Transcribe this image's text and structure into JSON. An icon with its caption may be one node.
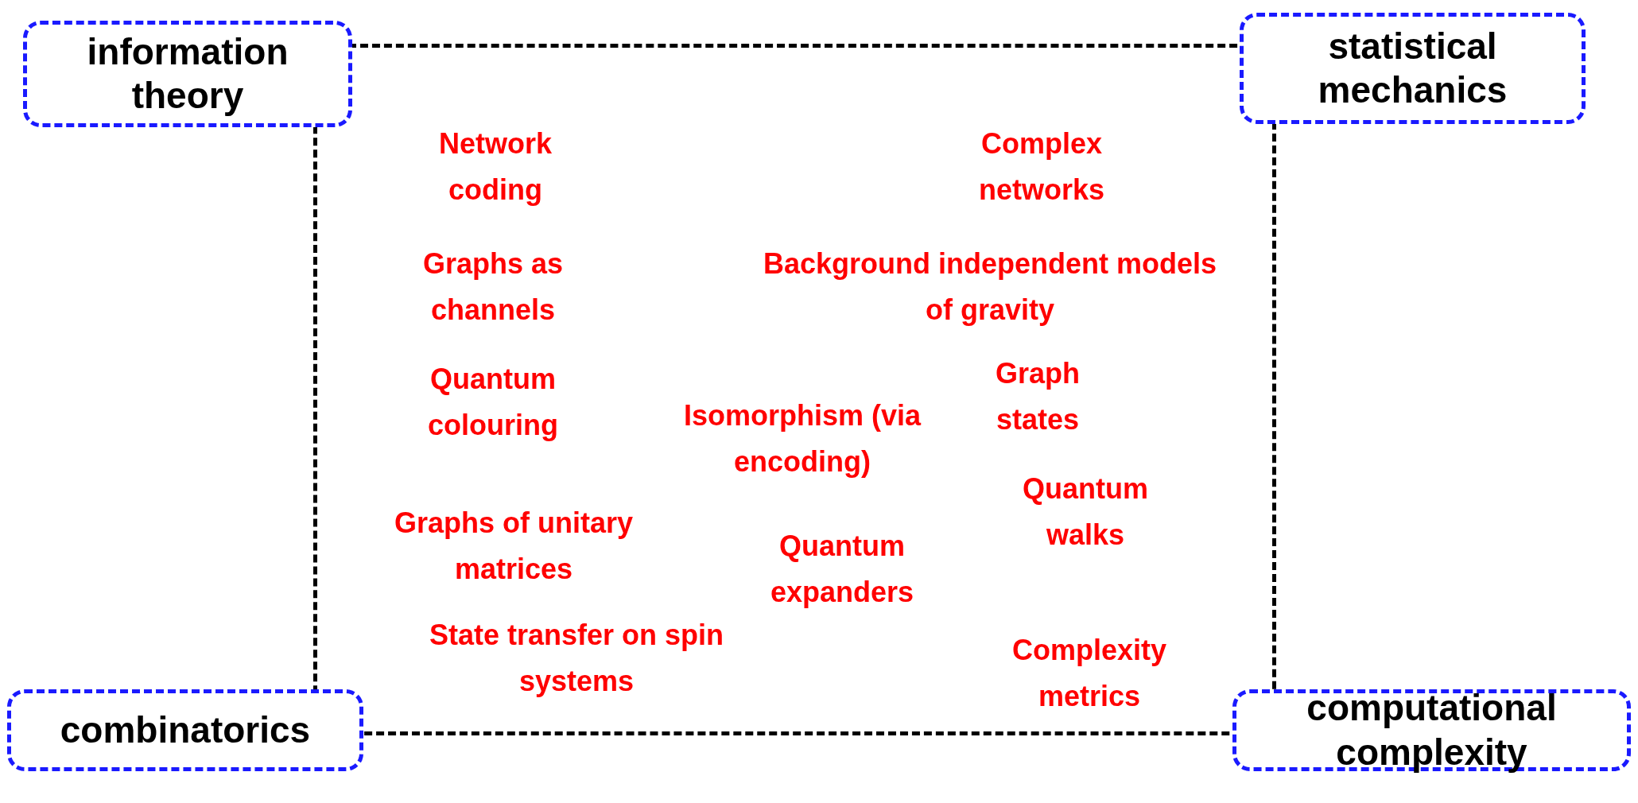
{
  "diagram": {
    "nodes": [
      {
        "text": [
          "information theory"
        ]
      },
      {
        "text": [
          "statistical mechanics"
        ]
      },
      {
        "text": [
          "Network coding",
          "Complex networks",
          "Graphs as channels",
          "Background independent models of gravity",
          "Quantum colouring",
          "Graph states",
          "Isomorphism (via encoding)",
          "Quantum walks",
          "Graphs of unitary matrices",
          "Quantum expanders",
          "State transfer on spin systems",
          "Complexity metrics"
        ]
      },
      {
        "text": [
          "combinatorics"
        ]
      },
      {
        "text": [
          "computational complexity"
        ]
      }
    ]
  }
}
